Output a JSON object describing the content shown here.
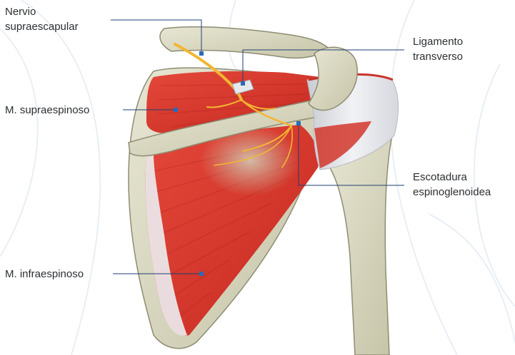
{
  "labels": {
    "nervio": {
      "lines": [
        "Nervio",
        "supraescapular"
      ]
    },
    "ligamento": {
      "lines": [
        "Ligamento",
        "transverso"
      ]
    },
    "supraespinoso": {
      "lines": [
        "M. supraespinoso"
      ]
    },
    "escotadura": {
      "lines": [
        "Escotadura",
        "espinoglenoidea"
      ]
    },
    "infraespinoso": {
      "lines": [
        "M. infraespinoso"
      ]
    }
  },
  "colors": {
    "label_text": "#2b2f33",
    "leader_line": "#1f3f73",
    "leader_dot": "#2a6ab8",
    "muscle": "#d8372b",
    "muscle_dark": "#a8201a",
    "bone": "#d9d8c2",
    "bone_outline": "#8e8c72",
    "tendon": "#e6e8ec",
    "nerve": "#f2b632",
    "background_pattern": "#e9eef6"
  }
}
